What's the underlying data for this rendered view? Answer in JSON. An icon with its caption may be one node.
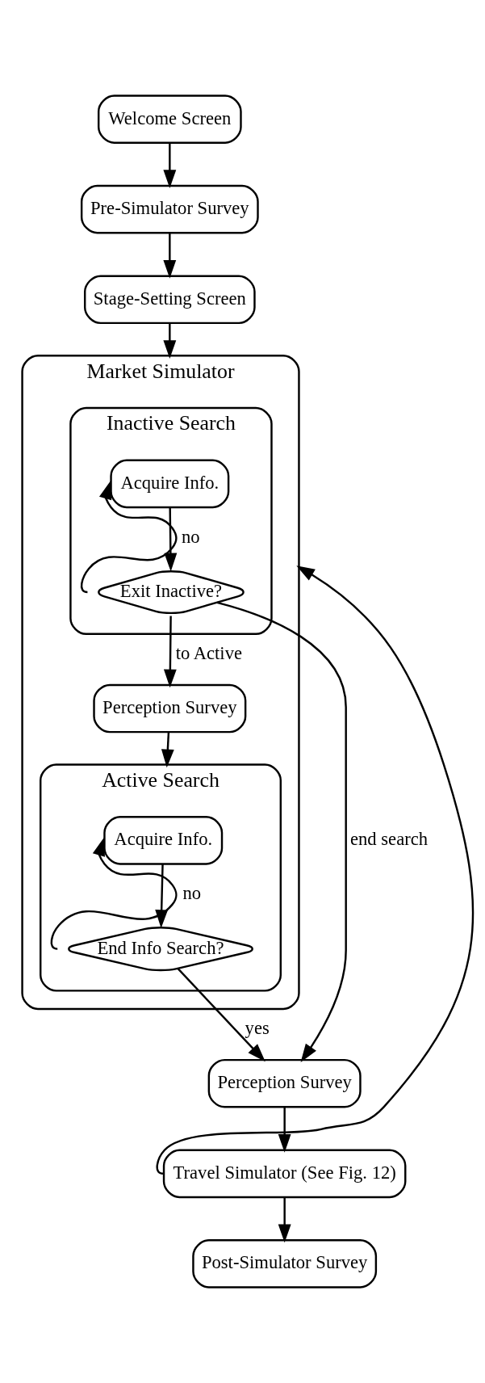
{
  "diagram": {
    "nodes": [
      {
        "text": [
          "Welcome Screen"
        ]
      },
      {
        "text": [
          "Pre-Simulator Survey"
        ]
      },
      {
        "text": [
          "Stage-Setting Screen"
        ]
      },
      {
        "text": [
          "Market Simulator"
        ]
      },
      {
        "text": [
          "Inactive Search"
        ],
        "in": 3
      },
      {
        "text": [
          "Acquire Info."
        ],
        "in": 4
      },
      {
        "text": [
          "Exit Inactive?"
        ],
        "in": 4
      },
      {
        "text": [
          "Perception Survey"
        ],
        "in": 3
      },
      {
        "text": [
          "Active Search"
        ],
        "in": 3
      },
      {
        "text": [
          "Acquire Info."
        ],
        "in": 8
      },
      {
        "text": [
          "End Info Search?"
        ],
        "in": 8
      },
      {
        "text": [
          "Perception Survey"
        ]
      },
      {
        "text": [
          "Travel Simulator (See Fig. 12)"
        ]
      },
      {
        "text": [
          "Post-Simulator Survey"
        ]
      }
    ],
    "edges": [
      {
        "from": 0,
        "to": 1,
        "arrow": "to"
      },
      {
        "from": 1,
        "to": 2,
        "arrow": "to"
      },
      {
        "from": 2,
        "to": 3,
        "arrow": "to"
      },
      {
        "from": 5,
        "to": 6,
        "arrow": "to"
      },
      {
        "from": 6,
        "to": 5,
        "arrow": "to",
        "label": "no"
      },
      {
        "from": 6,
        "to": 11,
        "arrow": "to",
        "label": "end search"
      },
      {
        "from": 6,
        "to": 7,
        "arrow": "to",
        "label": "to Active"
      },
      {
        "from": 7,
        "to": 8,
        "arrow": "to"
      },
      {
        "from": 9,
        "to": 10,
        "arrow": "to"
      },
      {
        "from": 10,
        "to": 9,
        "arrow": "to",
        "label": "no"
      },
      {
        "from": 10,
        "to": 11,
        "arrow": "to",
        "label": "yes"
      },
      {
        "from": 11,
        "to": 12,
        "arrow": "to"
      },
      {
        "from": 12,
        "to": 3,
        "arrow": "to"
      },
      {
        "from": 12,
        "to": 13,
        "arrow": "to"
      }
    ]
  }
}
